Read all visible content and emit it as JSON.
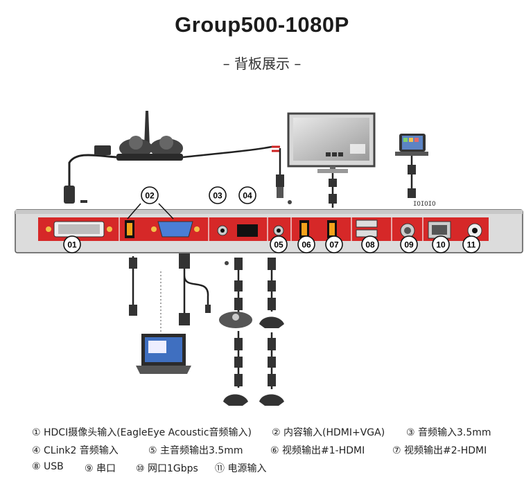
{
  "header": {
    "title": "Group500-1080P",
    "subtitle": "– 背板展示 –"
  },
  "panel": {
    "ports": [
      {
        "num": "01"
      },
      {
        "num": "02"
      },
      {
        "num": "03"
      },
      {
        "num": "04"
      },
      {
        "num": "05"
      },
      {
        "num": "06"
      },
      {
        "num": "07"
      },
      {
        "num": "08"
      },
      {
        "num": "09"
      },
      {
        "num": "10"
      },
      {
        "num": "11"
      }
    ],
    "serial_label": "IOIOIO",
    "panel_color": "#d62828"
  },
  "legend": [
    [
      "① HDCI摄像头输入(EagleEye Acoustic音频输入)",
      "② 内容输入(HDMI+VGA)",
      "③ 音频输入3.5mm"
    ],
    [
      "④ CLink2 音频输入",
      "⑤ 主音频输出3.5mm",
      "⑥ 视频输出#1-HDMI",
      "⑦ 视频输出#2-HDMI"
    ],
    [
      "⑧ USB",
      "⑨ 串口",
      "⑩ 网口1Gbps",
      "⑪ 电源输入"
    ]
  ]
}
